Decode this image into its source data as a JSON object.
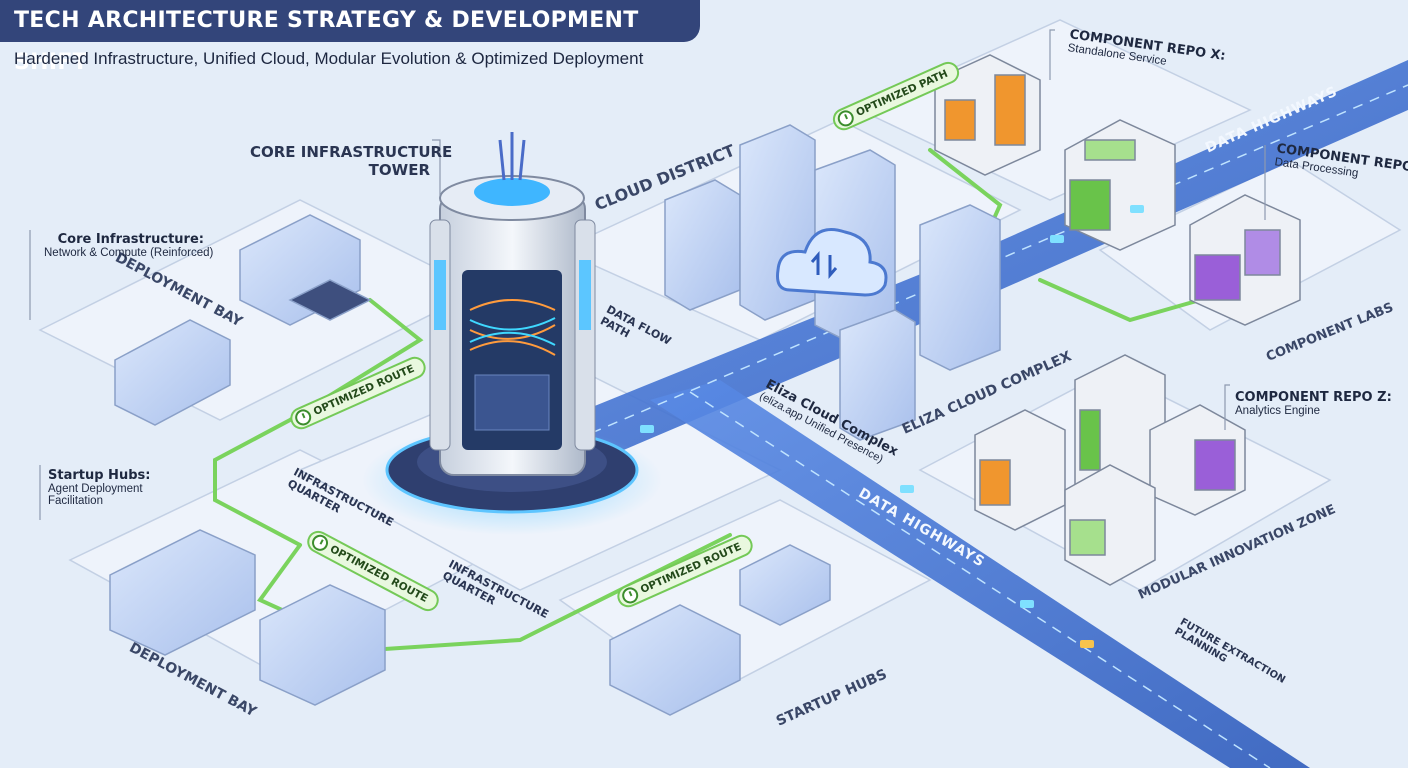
{
  "header": {
    "title": "TECH ARCHITECTURE STRATEGY & DEVELOPMENT SHIFT",
    "subtitle": "Hardened Infrastructure, Unified Cloud, Modular Evolution & Optimized Deployment"
  },
  "labels": {
    "core_tower": "CORE INFRASTRUCTURE",
    "core_tower_2": "TOWER",
    "cloud_district": "CLOUD DISTRICT",
    "data_flow": "DATA FLOW",
    "data_flow_2": "PATH",
    "deployment_bay_top": "DEPLOYMENT BAY",
    "deployment_bay_bottom": "DEPLOYMENT BAY",
    "infra_quarter_1": "INFRASTRUCTURE",
    "infra_quarter_1b": "QUARTER",
    "infra_quarter_2": "INFRASTRUCTURE",
    "infra_quarter_2b": "QUARTER",
    "eliza_complex": "ELIZA CLOUD COMPLEX",
    "eliza_complex_title": "Eliza Cloud Complex",
    "eliza_complex_sub": "(eliza.app Unified Presence)",
    "data_highways_1": "DATA HIGHWAYS",
    "data_highways_2": "DATA HIGHWAYS",
    "component_labs": "COMPONENT LABS",
    "modular_zone": "MODULAR INNOVATION ZONE",
    "startup_hubs": "STARTUP HUBS",
    "future_extraction": "FUTURE EXTRACTION",
    "future_extraction_2": "PLANNING"
  },
  "callouts": {
    "core_infra": {
      "title": "Core Infrastructure:",
      "body": "Network & Compute (Reinforced)"
    },
    "startup_hubs": {
      "title": "Startup Hubs:",
      "body_1": "Agent Deployment",
      "body_2": "Facilitation"
    },
    "repo_x": {
      "title": "COMPONENT REPO X:",
      "body": "Standalone Service"
    },
    "repo_y": {
      "title": "COMPONENT REPO Y:",
      "body": "Data Processing"
    },
    "repo_z": {
      "title": "COMPONENT REPO Z:",
      "body": "Analytics Engine"
    }
  },
  "routes": {
    "top": "OPTIMIZED PATH",
    "left_upper": "OPTIMIZED ROUTE",
    "left_lower": "OPTIMIZED ROUTE",
    "center": "OPTIMIZED ROUTE"
  },
  "icons": {
    "cloud": "cloud-sync-icon",
    "clock": "clock-icon",
    "helipad": "helipad-icon"
  },
  "colors": {
    "title_bar": "#33457a",
    "highway": "#3f6fd0",
    "route": "#74c957",
    "tower_glow": "#3fb6ff",
    "repo_x_accent": "#f0962e",
    "repo_y_accent": "#9a5fd8",
    "repo_z_accent": "#69c34a"
  }
}
